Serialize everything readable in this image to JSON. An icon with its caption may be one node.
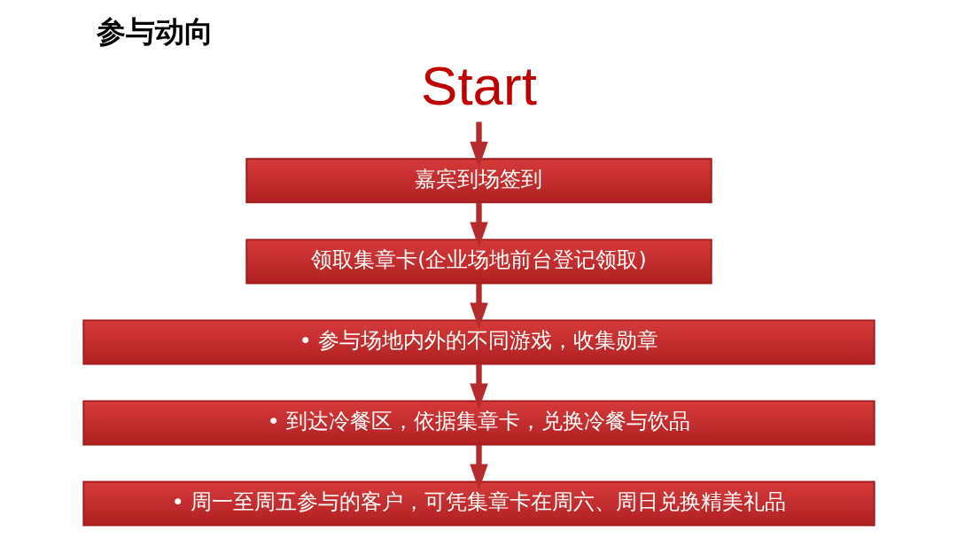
{
  "diagram": {
    "title": "参与动向",
    "nodes": [
      {
        "text": [
          "Start"
        ]
      },
      {
        "text": [
          "嘉宾到场签到"
        ]
      },
      {
        "text": [
          "领取集章卡(企业场地前台登记领取)"
        ]
      },
      {
        "text": [
          "• 参与场地内外的不同游戏，收集勋章"
        ]
      },
      {
        "text": [
          "• 到达冷餐区，依据集章卡，兑换冷餐与饮品"
        ]
      },
      {
        "text": [
          "• 周一至周五参与的客户，可凭集章卡在周六、周日兑换精美礼品"
        ]
      }
    ],
    "edges": [
      {
        "from": 0,
        "to": 1,
        "arrow": "to"
      },
      {
        "from": 1,
        "to": 2,
        "arrow": "to"
      },
      {
        "from": 2,
        "to": 3,
        "arrow": "to"
      },
      {
        "from": 3,
        "to": 4,
        "arrow": "to"
      },
      {
        "from": 4,
        "to": 5,
        "arrow": "to"
      }
    ]
  }
}
